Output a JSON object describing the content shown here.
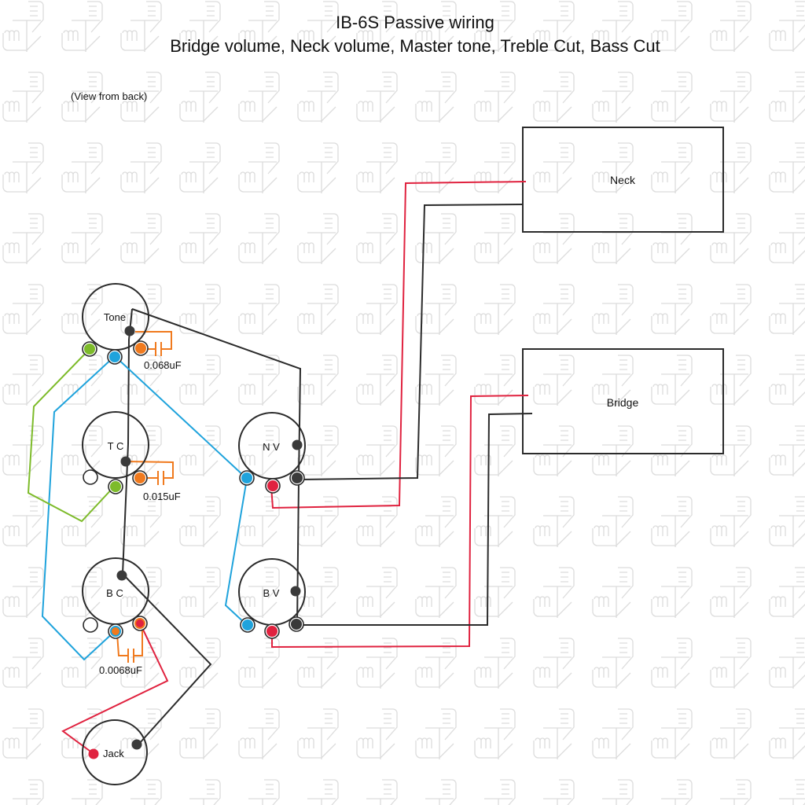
{
  "title": "IB-6S Passive wiring",
  "subtitle": "Bridge volume, Neck volume, Master tone, Treble Cut, Bass Cut",
  "view_note": "(View from back)",
  "colors": {
    "black_wire": "#2b2b2b",
    "red_wire": "#e0223f",
    "blue_wire": "#1fa3dc",
    "green_wire": "#7dbb2a",
    "orange_cap": "#f07a1e",
    "watermark": "#dcdcdc"
  },
  "components": {
    "tone": {
      "label": "Tone",
      "type": "potentiometer"
    },
    "treble_cut": {
      "label": "T C",
      "type": "potentiometer"
    },
    "bass_cut": {
      "label": "B C",
      "type": "potentiometer"
    },
    "neck_volume": {
      "label": "N V",
      "type": "potentiometer"
    },
    "bridge_volume": {
      "label": "B V",
      "type": "potentiometer"
    },
    "jack": {
      "label": "Jack",
      "type": "output-jack"
    },
    "neck_pickup": {
      "label": "Neck",
      "type": "pickup"
    },
    "bridge_pickup": {
      "label": "Bridge",
      "type": "pickup"
    }
  },
  "capacitors": [
    {
      "id": "cap-tone",
      "value": "0.068uF",
      "component": "Tone"
    },
    {
      "id": "cap-treble-cut",
      "value": "0.015uF",
      "component": "T C"
    },
    {
      "id": "cap-bass-cut",
      "value": "0.0068uF",
      "component": "B C"
    }
  ],
  "wires": [
    {
      "color": "red",
      "from": "Neck pickup",
      "to": "N V lug"
    },
    {
      "color": "black",
      "from": "Neck pickup",
      "to": "N V ground lug"
    },
    {
      "color": "red",
      "from": "Bridge pickup",
      "to": "B V lug"
    },
    {
      "color": "black",
      "from": "Bridge pickup",
      "to": "B V ground lug"
    },
    {
      "color": "blue",
      "from": "Tone lug",
      "to": "N V lug"
    },
    {
      "color": "blue",
      "from": "Tone lug",
      "to": "B C lug"
    },
    {
      "color": "blue",
      "from": "N V lug",
      "to": "B V lug"
    },
    {
      "color": "green",
      "from": "Tone lug",
      "to": "T C lug"
    },
    {
      "color": "red",
      "from": "B C lug",
      "to": "Jack tip"
    },
    {
      "color": "black",
      "from": "B C",
      "to": "Jack sleeve"
    },
    {
      "color": "black",
      "from": "Tone",
      "to": "N V ground"
    },
    {
      "color": "black",
      "from": "Tone",
      "to": "B C ground"
    },
    {
      "color": "black",
      "from": "N V ground",
      "to": "B V ground"
    }
  ]
}
